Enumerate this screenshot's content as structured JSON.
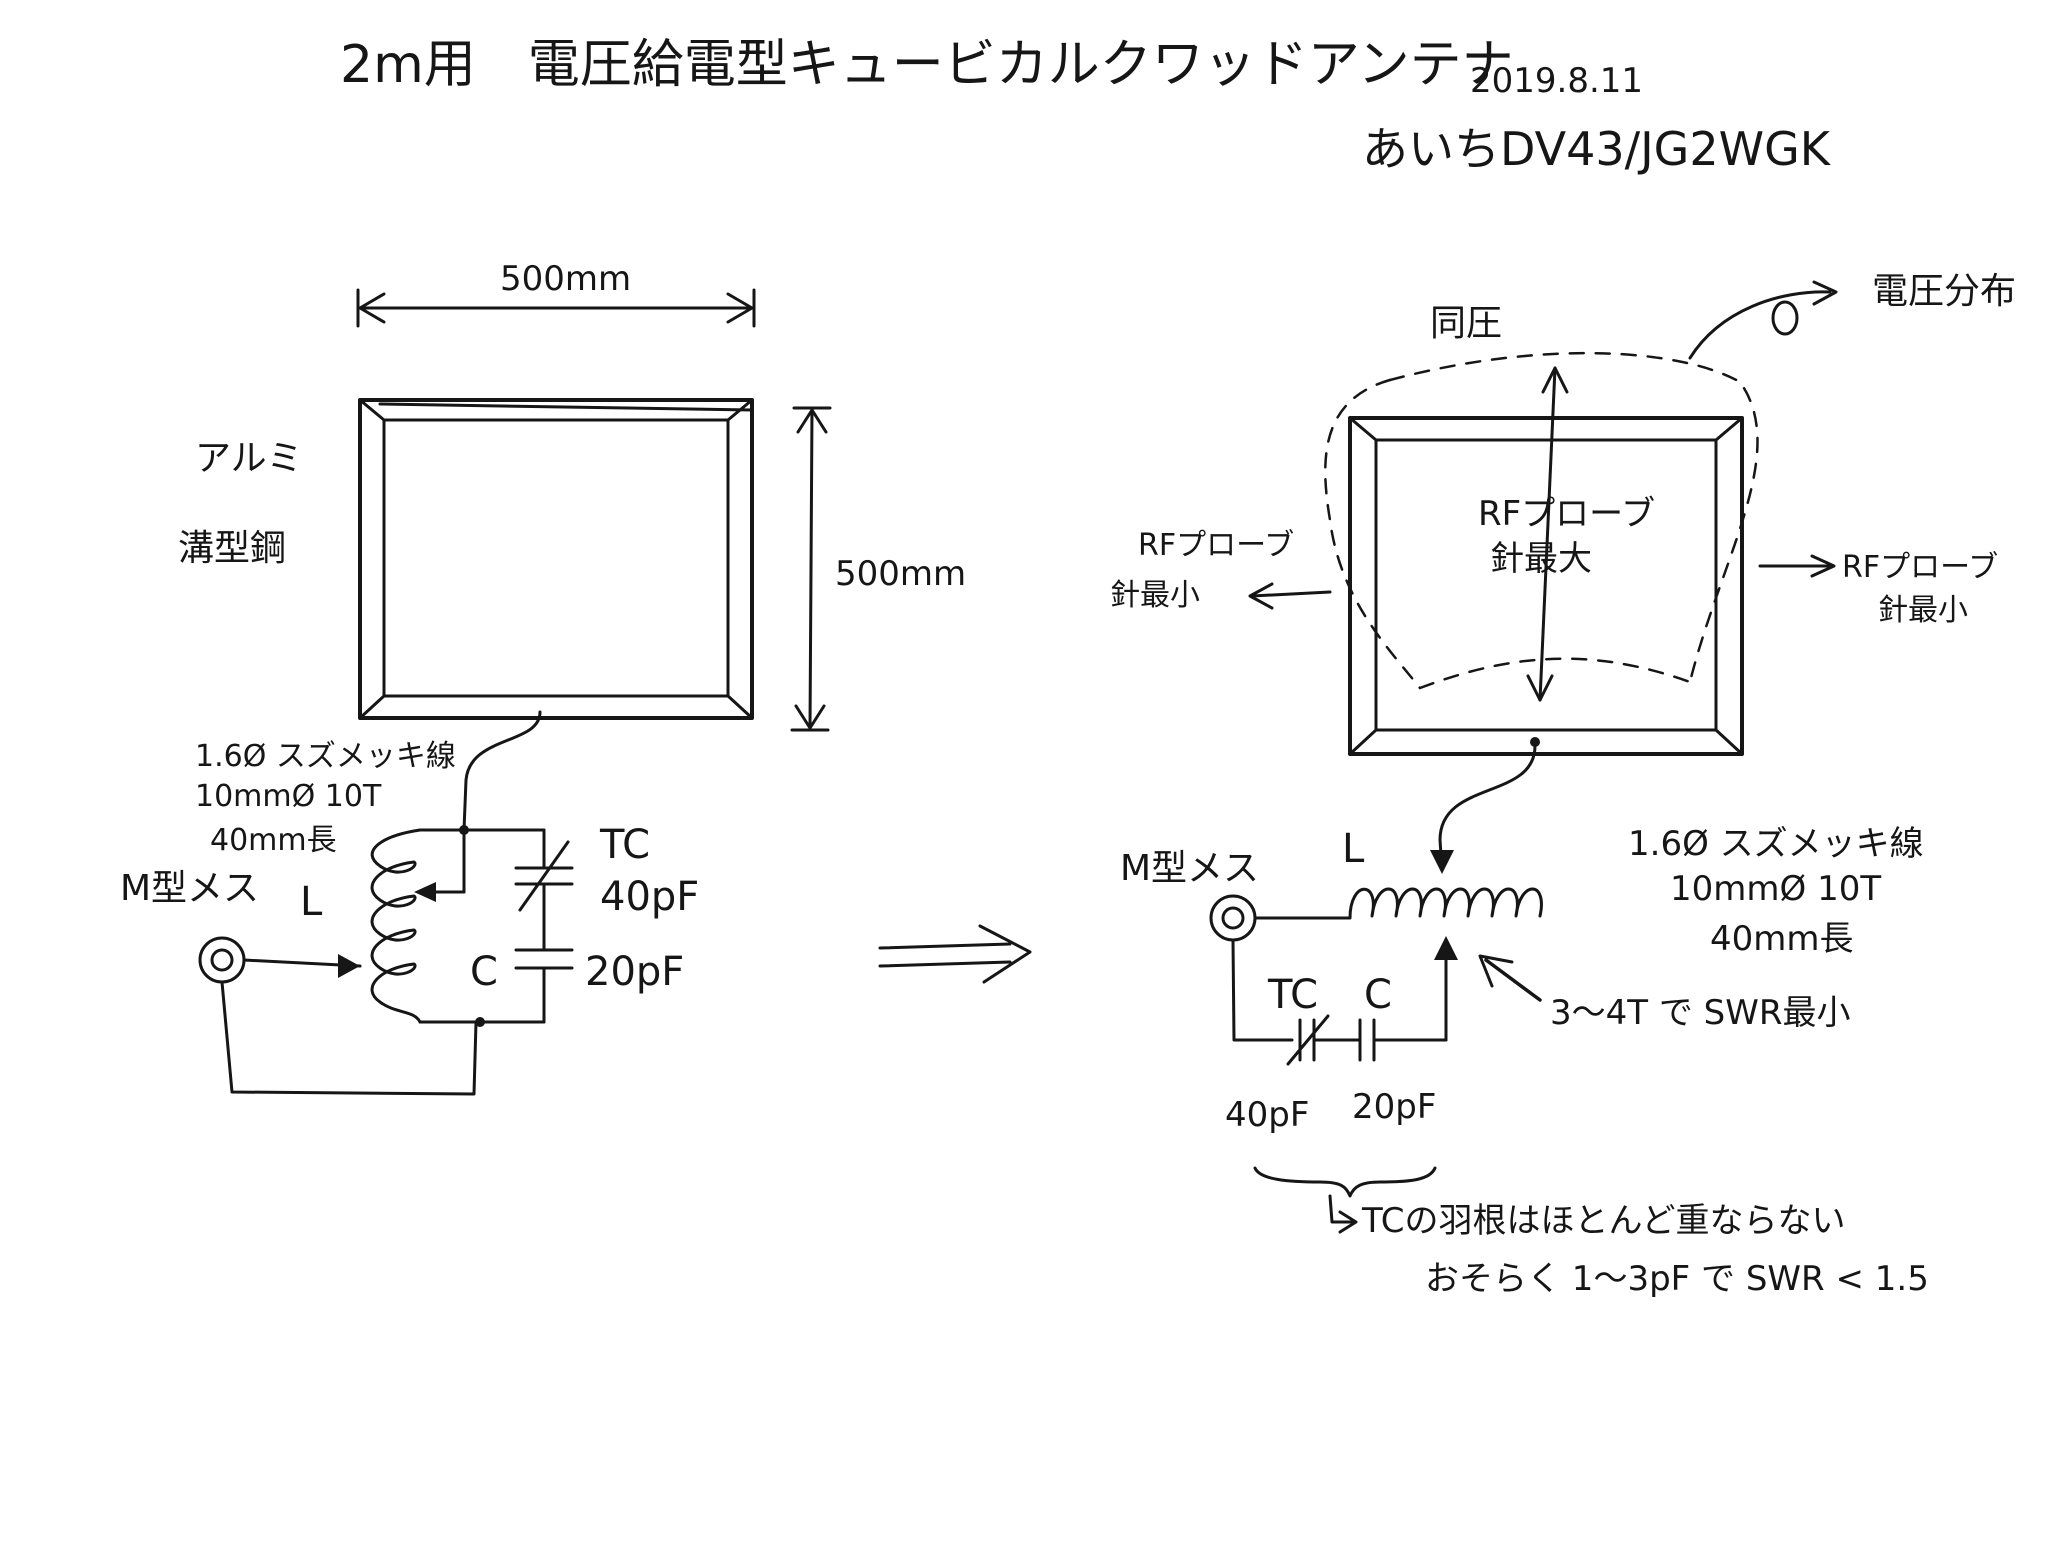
{
  "title": "2m用　電圧給電型キュービカルクワッドアンテナ",
  "date": "2019.8.11",
  "callsign": "あいちDV43/JG2WGK",
  "left": {
    "width_label": "500mm",
    "height_label": "500mm",
    "material_line1": "アルミ",
    "material_line2": "溝型鋼",
    "coil_spec_line1": "1.6Ø スズメッキ線",
    "coil_spec_line2": "10mmØ 10T",
    "coil_spec_line3": "40mm長",
    "connector": "M型メス",
    "inductor": "L",
    "trimmer": "TC",
    "trimmer_value": "40pF",
    "capacitor": "C",
    "capacitor_value": "20pF"
  },
  "right": {
    "top_label": "同圧",
    "distribution_label": "電圧分布",
    "center_line1": "RFプローブ",
    "center_line2": "針最大",
    "left_line1": "RFプローブ",
    "left_line2": "針最小",
    "right_line1": "RFプローブ",
    "right_line2": "針最小",
    "connector": "M型メス",
    "inductor": "L",
    "coil_spec_line1": "1.6Ø スズメッキ線",
    "coil_spec_line2": "10mmØ 10T",
    "coil_spec_line3": "40mm長",
    "trimmer": "TC",
    "capacitor": "C",
    "trimmer_value": "40pF",
    "capacitor_value": "20pF",
    "tap_note": "3〜4T で SWR最小",
    "note_line1": "TCの羽根はほとんど重ならない",
    "note_line2": "おそらく 1〜3pF で SWR < 1.5"
  }
}
